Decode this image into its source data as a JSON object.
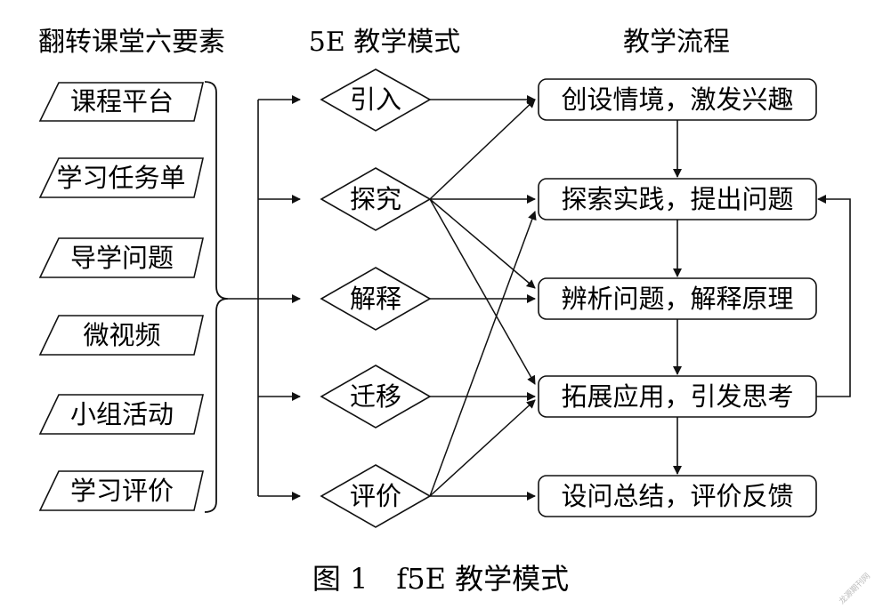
{
  "headers": {
    "elements": "翻转课堂六要素",
    "model": "5E 教学模式",
    "process": "教学流程"
  },
  "elements": [
    "课程平台",
    "学习任务单",
    "导学问题",
    "微视频",
    "小组活动",
    "学习评价"
  ],
  "stages": [
    "引入",
    "探究",
    "解释",
    "迁移",
    "评价"
  ],
  "process_steps": [
    "创设情境，激发兴趣",
    "探索实践，提出问题",
    "辨析问题，解释原理",
    "拓展应用，引发思考",
    "设问总结，评价反馈"
  ],
  "caption": "图 1　f5E 教学模式",
  "watermark": "龙源期刊网"
}
